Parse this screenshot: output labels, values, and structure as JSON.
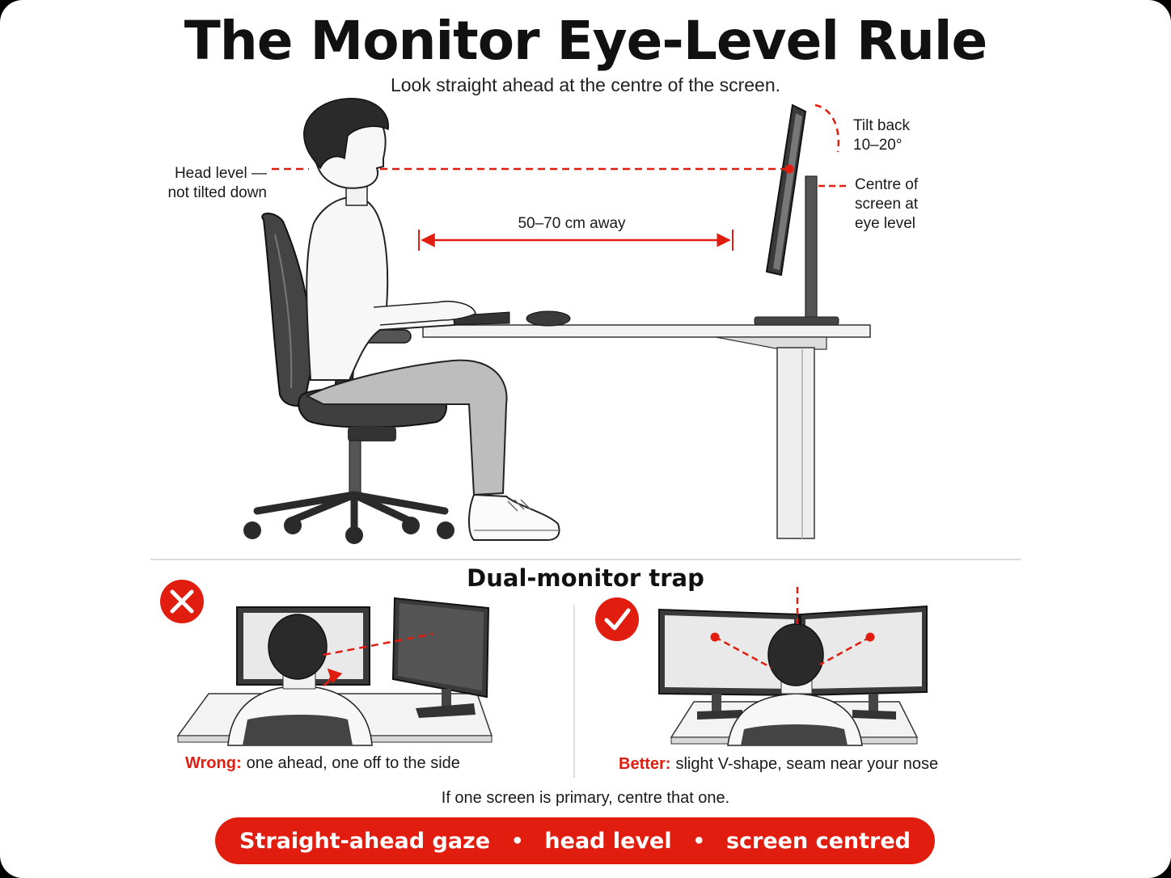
{
  "title": "The Monitor Eye-Level Rule",
  "subtitle": "Look straight ahead at the centre of the screen.",
  "labels": {
    "head_level": [
      "Head level —",
      "not tilted down"
    ],
    "distance": "50–70 cm away",
    "tilt": [
      "Tilt back",
      "10–20°"
    ],
    "centre": [
      "Centre of",
      "screen at",
      "eye level"
    ]
  },
  "dual": {
    "title": "Dual-monitor trap",
    "wrong": {
      "tag": "Wrong:",
      "text": "one ahead, one off to the side"
    },
    "better": {
      "tag": "Better:",
      "text": "slight V-shape, seam near your nose"
    },
    "note": "If one screen is primary, centre that one."
  },
  "summary": [
    "Straight-ahead gaze",
    "head level",
    "screen centred"
  ],
  "icons": {
    "wrong": "cross-icon",
    "better": "check-icon"
  },
  "colors": {
    "accent": "#e11d10",
    "ink": "#111111"
  }
}
